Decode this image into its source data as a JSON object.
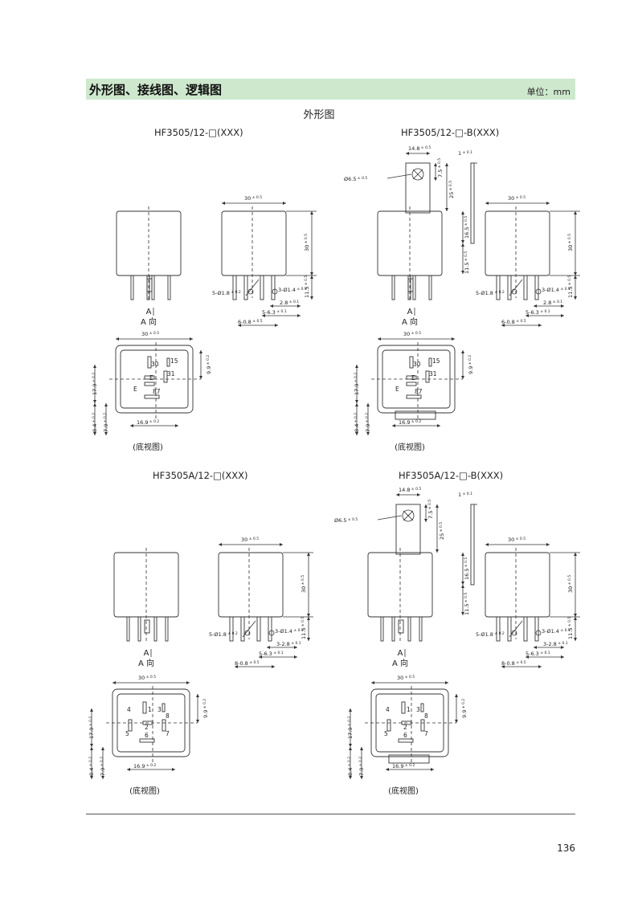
{
  "header": {
    "title": "外形图、接线图、逻辑图",
    "unit": "单位：mm"
  },
  "section_title": "外形图",
  "page_number": "136",
  "panels": [
    {
      "model": "HF3505/12-□(XXX)",
      "bracket": false,
      "pins": "hf3505",
      "dims": {
        "width": "30",
        "height": "30",
        "pin": "11.5",
        "pin_dia": "5-Ø1.8",
        "hole": "3-Ø1.4",
        "d28": "2.8",
        "d63": "5-6.3",
        "d08": "6-0.8"
      },
      "bottom": {
        "width": "30",
        "h99": "9.9",
        "h179": "17.9",
        "h84": "8.4",
        "h79": "7.9",
        "w169": "16.9",
        "labels": [
          "30",
          "15",
          "31",
          "E",
          "E",
          "87"
        ]
      }
    },
    {
      "model": "HF3505/12-□-B(XXX)",
      "bracket": true,
      "pins": "hf3505",
      "dims": {
        "width": "30",
        "height": "30",
        "pin": "11.5",
        "pin_dia": "5-Ø1.8",
        "hole": "3-Ø1.4",
        "d28": "2.8",
        "d63": "5-6.3",
        "d08": "6-0.8",
        "bw": "14.8",
        "bh1": "7.5",
        "bh2": "25",
        "bdia": "Ø6.5",
        "t1": "1",
        "s165": "16.5",
        "s115": "11.5"
      },
      "bottom": {
        "width": "30",
        "h99": "9.9",
        "h179": "17.9",
        "h84": "8.4",
        "h79": "7.9",
        "w169": "16.9",
        "labels": [
          "30",
          "15",
          "31",
          "E",
          "E",
          "87"
        ]
      }
    },
    {
      "model": "HF3505A/12-□(XXX)",
      "bracket": false,
      "pins": "hf3505a",
      "dims": {
        "width": "30",
        "height": "30",
        "pin": "11.5",
        "pin_dia": "5-Ø1.8",
        "hole": "3-Ø1.4",
        "d28": "3-2.8",
        "d63": "5-6.3",
        "d08": "8-0.8"
      },
      "bottom": {
        "width": "30",
        "h99": "9.9",
        "h179": "17.9",
        "h84": "8.4",
        "h79": "7.9",
        "w169": "16.9",
        "labels": [
          "4",
          "1",
          "3",
          "5",
          "2",
          "8",
          "6",
          "7"
        ]
      }
    },
    {
      "model": "HF3505A/12-□-B(XXX)",
      "bracket": true,
      "pins": "hf3505a",
      "dims": {
        "width": "30",
        "height": "30",
        "pin": "11.5",
        "pin_dia": "5-Ø1.8",
        "hole": "3-Ø1.4",
        "d28": "3-2.8",
        "d63": "5-6.3",
        "d08": "8-0.8",
        "bw": "14.8",
        "bh1": "7.5",
        "bh2": "25",
        "bdia": "Ø6.5",
        "t1": "1",
        "s165": "16.5",
        "s115": "11.5"
      },
      "bottom": {
        "width": "30",
        "h99": "9.9",
        "h179": "17.9",
        "h84": "8.4",
        "h79": "7.9",
        "w169": "16.9",
        "labels": [
          "4",
          "1",
          "3",
          "5",
          "2",
          "8",
          "6",
          "7"
        ]
      }
    }
  ],
  "tol": {
    "t05": "± 0.5",
    "t02": "± 0.2",
    "t01": "± 0.1"
  },
  "captions": {
    "view_a": "A",
    "view_a_dir": "A 向",
    "bottom_view": "(底视图)"
  }
}
